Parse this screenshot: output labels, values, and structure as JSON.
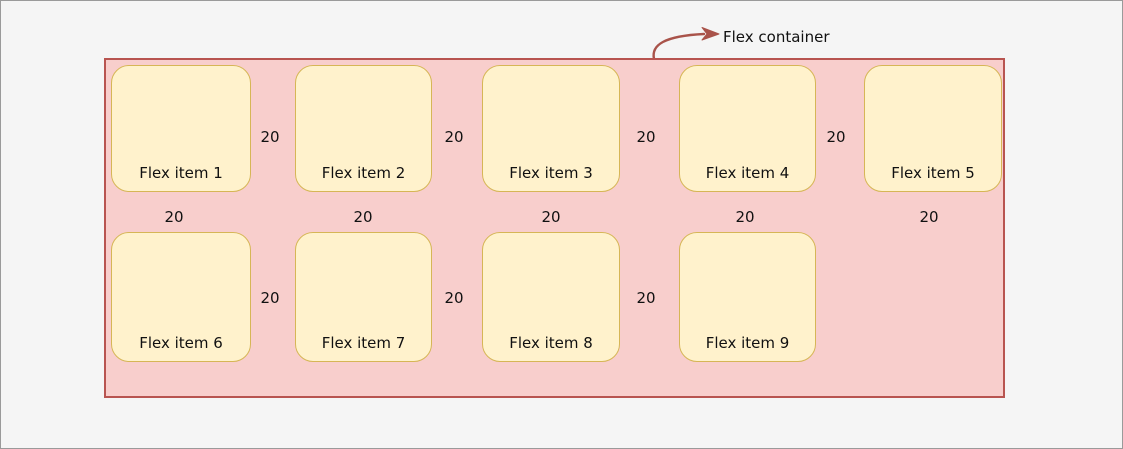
{
  "annotation": {
    "label": "Flex container"
  },
  "colors": {
    "page_bg": "#f5f5f5",
    "page_border": "#9a9a9a",
    "container_fill": "#f8cecc",
    "container_border": "#b85450",
    "item_fill": "#fff2cc",
    "item_border": "#d6b656",
    "arrow": "#a9534a",
    "text": "#111111"
  },
  "container": {
    "items": [
      {
        "label": "Flex item 1"
      },
      {
        "label": "Flex item 2"
      },
      {
        "label": "Flex item 3"
      },
      {
        "label": "Flex item 4"
      },
      {
        "label": "Flex item 5"
      },
      {
        "label": "Flex item 6"
      },
      {
        "label": "Flex item 7"
      },
      {
        "label": "Flex item 8"
      },
      {
        "label": "Flex item 9"
      }
    ],
    "gap_labels": {
      "row1_column_gaps": [
        "20",
        "20",
        "20",
        "20"
      ],
      "row_gaps": [
        "20",
        "20",
        "20",
        "20",
        "20"
      ],
      "row2_column_gaps": [
        "20",
        "20",
        "20"
      ]
    }
  }
}
